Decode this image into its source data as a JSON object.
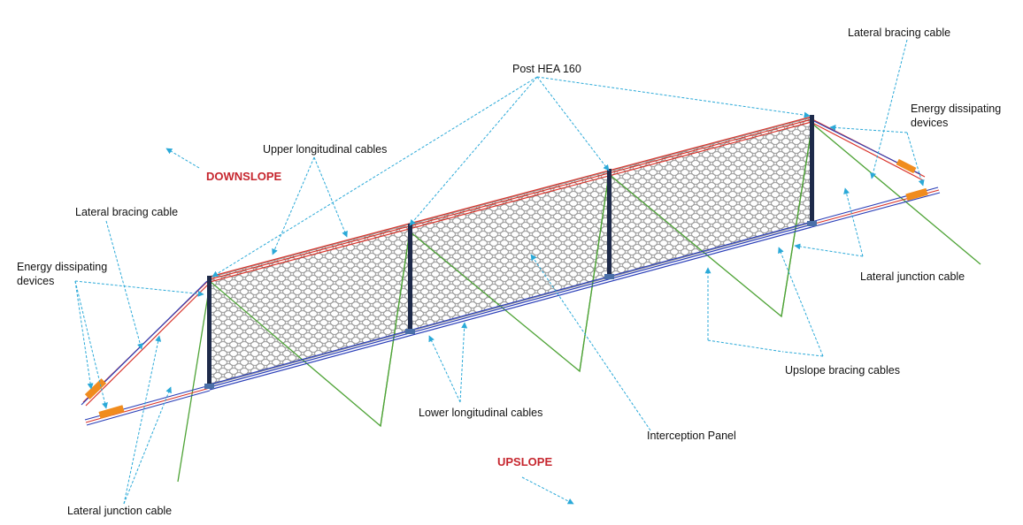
{
  "labels": {
    "post": "Post HEA 160",
    "lateral_bracing_right": "Lateral bracing cable",
    "energy_right_line1": "Energy dissipating",
    "energy_right_line2": "devices",
    "upper_longitudinal": "Upper longitudinal cables",
    "downslope": "DOWNSLOPE",
    "lateral_bracing_left": "Lateral bracing cable",
    "energy_left_line1": "Energy dissipating",
    "energy_left_line2": "devices",
    "lateral_junction_right": "Lateral junction cable",
    "upslope_bracing": "Upslope bracing cables",
    "lower_longitudinal": "Lower longitudinal cables",
    "interception_panel": "Interception Panel",
    "upslope": "UPSLOPE",
    "lateral_junction_left": "Lateral junction cable"
  },
  "colors": {
    "upper_cable": "#d9342b",
    "lower_cable": "#2b3fb8",
    "upslope_bracing_cable": "#4ea336",
    "leader_line": "#2aa9d8",
    "energy_device": "#f08c1e",
    "post": "#1e2a4a",
    "label_accent": "#c6262e"
  }
}
